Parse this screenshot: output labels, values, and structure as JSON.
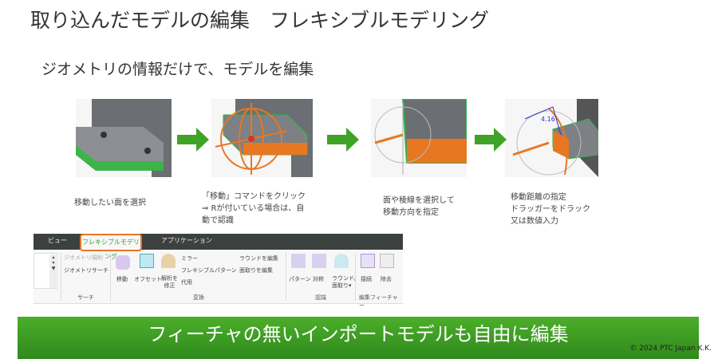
{
  "title": "取り込んだモデルの編集　フレキシブルモデリング",
  "subtitle": "ジオメトリの情報だけで、モデルを編集",
  "steps": [
    {
      "caption": "移動したい面を選択"
    },
    {
      "caption": "「移動」コマンドをクリック\n⇒ Rが付いている場合は、自\n動で認識"
    },
    {
      "caption": "面や稜線を選択して\n移動方向を指定"
    },
    {
      "caption": "移動距離の指定\nドラッガーをドラック\n又は数値入力",
      "dimension": "4.16"
    }
  ],
  "ribbon": {
    "tabs": [
      "ビュー",
      "フレキシブルモデリング",
      "アプリケーション"
    ],
    "search_group": {
      "items": [
        "ジオメトリ規則",
        "ジオメトリサーチ"
      ],
      "label": "サーチ"
    },
    "transform_group": {
      "buttons": [
        "移動",
        "オフセット",
        "解析を\n修正"
      ],
      "items": [
        "ミラー",
        "フレキシブルパターン",
        "代用",
        "ラウンドを編集",
        "面取りを編集"
      ],
      "label": "変換"
    },
    "recognition_group": {
      "buttons": [
        "パターン",
        "対称",
        "ラウンド/\n面取り▾"
      ],
      "label": "認識"
    },
    "edit_feature_group": {
      "buttons": [
        "接続",
        "除去"
      ],
      "label": "編集フィーチャー"
    }
  },
  "banner": "フィーチャの無いインポートモデルも自由に編集",
  "copyright": "© 2024 PTC Japan K.K.",
  "colors": {
    "accent_green": "#3fa326",
    "orange": "#e87722",
    "face_green": "#2fb64a"
  }
}
